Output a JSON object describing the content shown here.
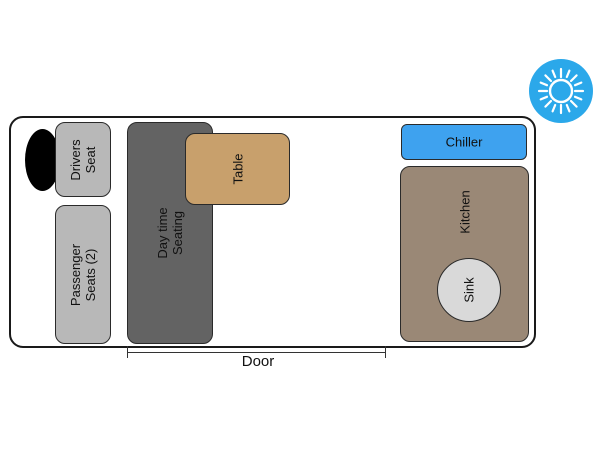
{
  "layout_labels": {
    "drivers_seat": [
      "Drivers",
      "Seat"
    ],
    "passenger_seats": [
      "Passenger",
      "Seats (2)"
    ],
    "daytime_seating": [
      "Day time",
      "Seating"
    ],
    "table": "Table",
    "chiller": "Chiller",
    "kitchen": "Kitchen",
    "sink": "Sink",
    "door": "Door"
  },
  "icons": {
    "weather": "sun-icon",
    "wheel": "steering-wheel-icon"
  },
  "colors": {
    "seats": "#b8b8b8",
    "daytime_seating": "#636363",
    "table": "#c8a06c",
    "chiller": "#3ea2ef",
    "kitchen": "#9a8876",
    "sink": "#d9d9d9",
    "sun_badge": "#2ba8ea"
  }
}
